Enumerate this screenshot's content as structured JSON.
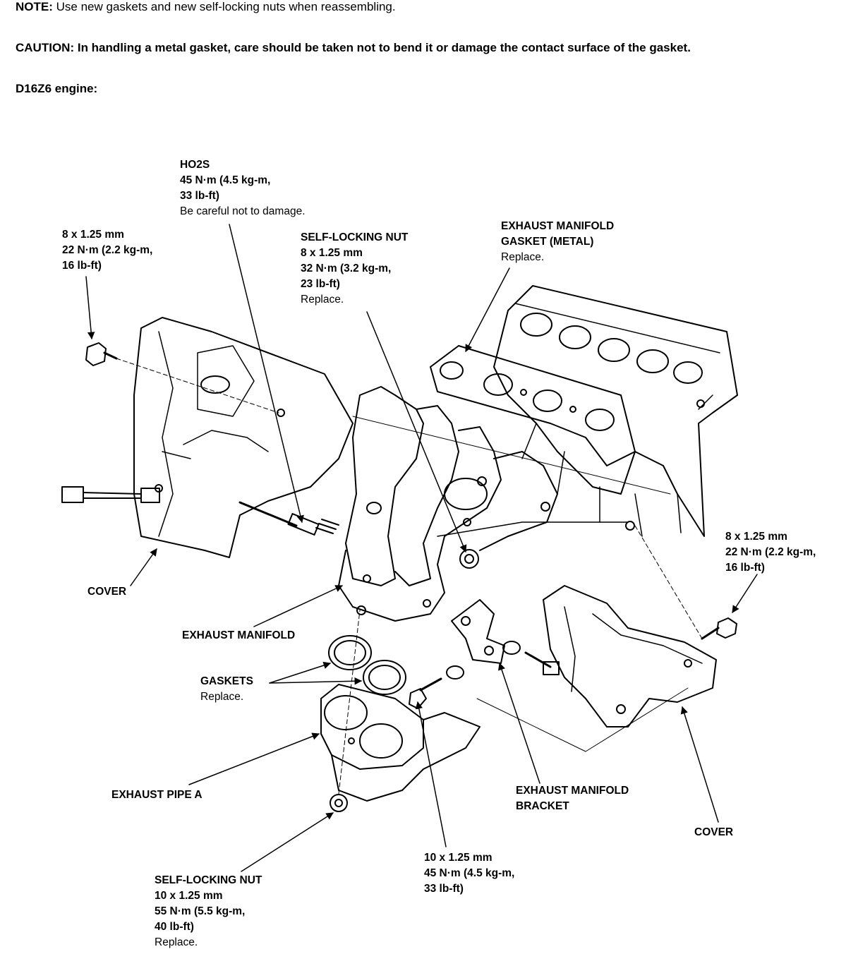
{
  "header": {
    "note_label": "NOTE:",
    "note_text": "Use new gaskets and new self-locking nuts when reassembling.",
    "caution_label": "CAUTION:",
    "caution_text": "In handling a metal gasket, care should be taken not to bend it or damage the contact surface of the gasket.",
    "engine": "D16Z6 engine:"
  },
  "callouts": {
    "ho2s": {
      "title": "HO2S",
      "torque": "45 N·m (4.5 kg-m,",
      "torque2": "33 lb-ft)",
      "note": "Be careful not to damage."
    },
    "bolt_top_left": {
      "size": "8 x 1.25 mm",
      "torque": "22 N·m (2.2 kg-m,",
      "torque2": "16 lb-ft)"
    },
    "self_locking_nut_top": {
      "title": "SELF-LOCKING NUT",
      "size": "8 x 1.25 mm",
      "torque": "32 N·m (3.2 kg-m,",
      "torque2": "23 lb-ft)",
      "note": "Replace."
    },
    "manifold_gasket": {
      "title": "EXHAUST MANIFOLD",
      "title2": "GASKET (METAL)",
      "note": "Replace."
    },
    "bolt_right": {
      "size": "8 x 1.25 mm",
      "torque": "22 N·m (2.2 kg-m,",
      "torque2": "16 lb-ft)"
    },
    "cover_left": {
      "title": "COVER"
    },
    "exhaust_manifold": {
      "title": "EXHAUST MANIFOLD"
    },
    "gaskets": {
      "title": "GASKETS",
      "note": "Replace."
    },
    "exhaust_pipe_a": {
      "title": "EXHAUST PIPE A"
    },
    "manifold_bracket": {
      "title": "EXHAUST MANIFOLD",
      "title2": "BRACKET"
    },
    "cover_right": {
      "title": "COVER"
    },
    "bolt_bottom": {
      "size": "10 x 1.25 mm",
      "torque": "45 N·m (4.5 kg-m,",
      "torque2": "33 lb-ft)"
    },
    "self_locking_nut_bottom": {
      "title": "SELF-LOCKING NUT",
      "size": "10 x 1.25 mm",
      "torque": "55 N·m (5.5 kg-m,",
      "torque2": "40 lb-ft)",
      "note": "Replace."
    }
  }
}
